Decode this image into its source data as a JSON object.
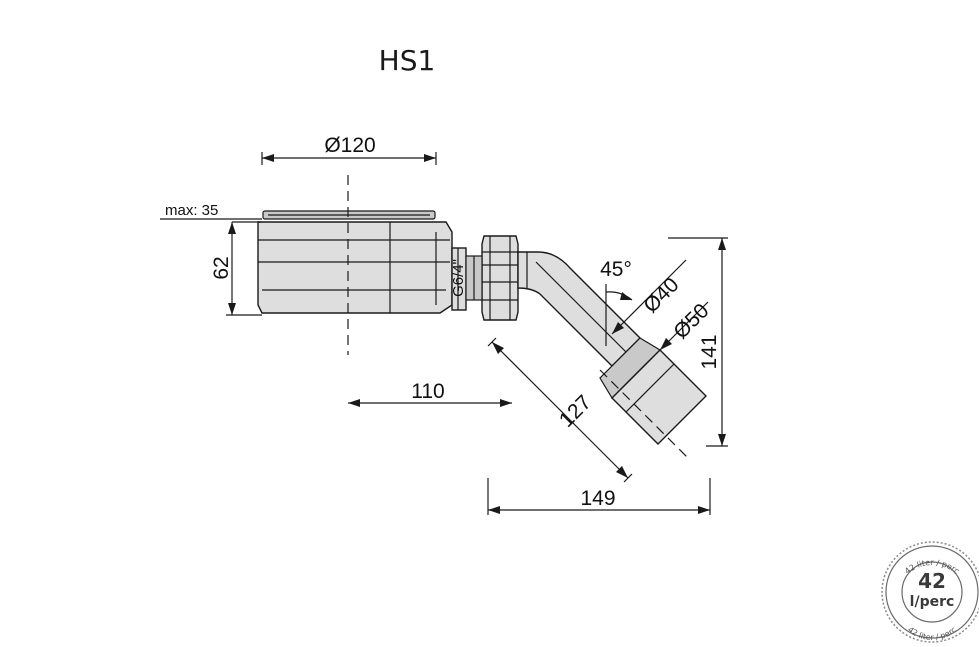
{
  "title": "HS1",
  "dimensions": {
    "diameter_top": "Ø120",
    "max_height": "max: 35",
    "height": "62",
    "thread": "G6/4\"",
    "angle": "45°",
    "pipe_inner": "Ø40",
    "pipe_outer": "Ø50",
    "offset": "110",
    "outlet_length": "127",
    "total_length": "149",
    "total_height": "141"
  },
  "stamp": {
    "value": "42",
    "unit": "l/perc",
    "ring_text_top": "42 liter / perc",
    "ring_text_bottom": "42 liter / perc"
  },
  "colors": {
    "line": "#1a1a1a",
    "body_fill": "#dedede",
    "stamp_gray": "#3a3a3a"
  }
}
